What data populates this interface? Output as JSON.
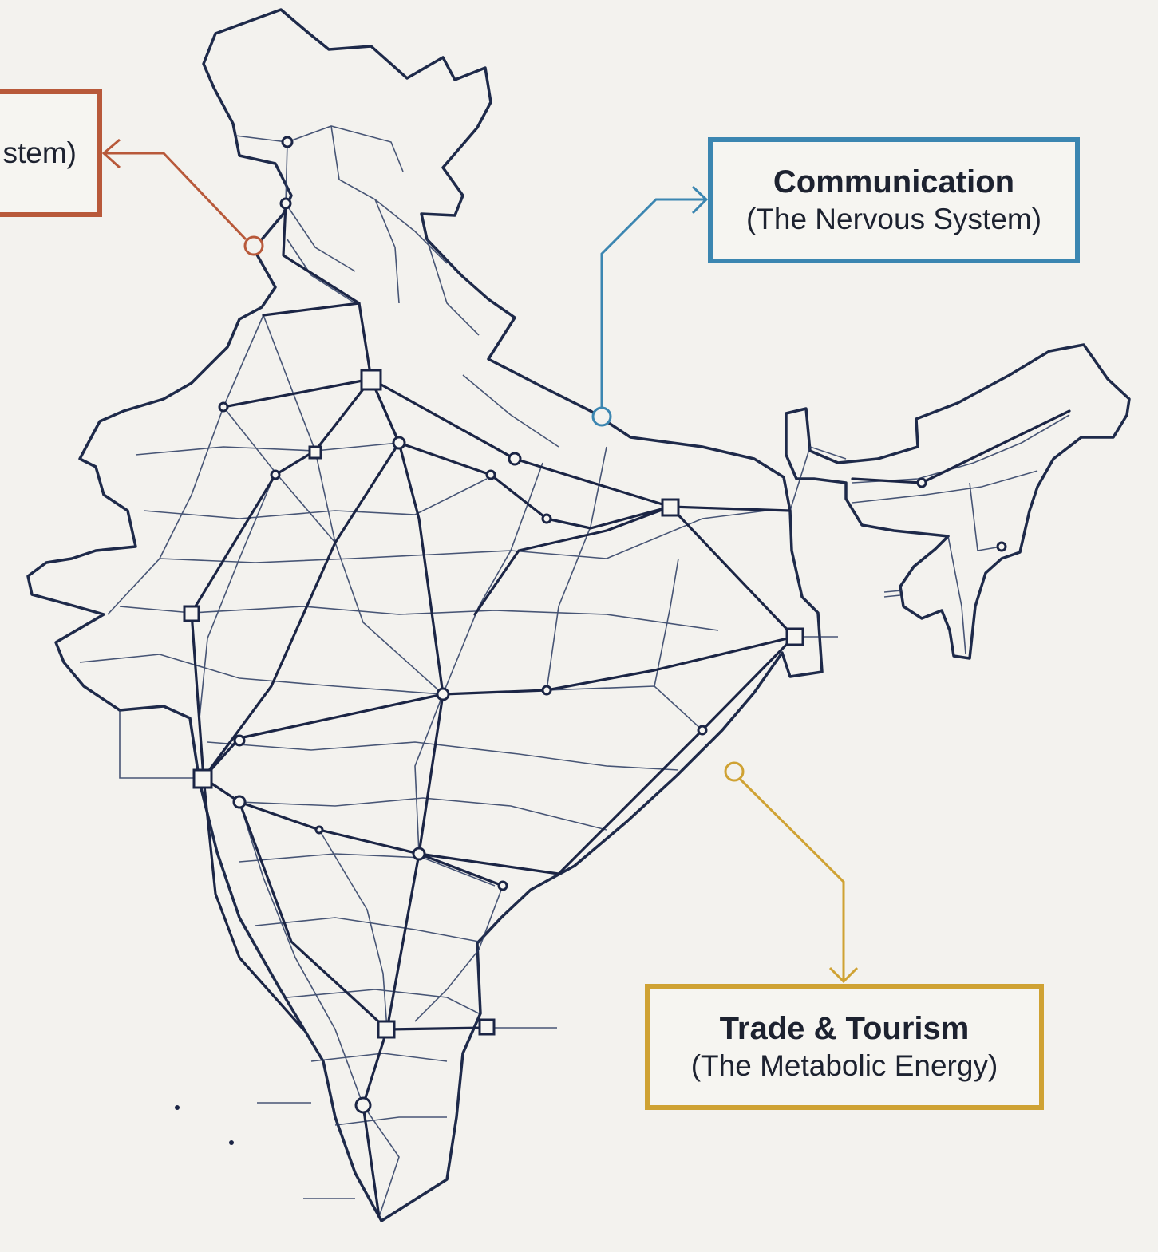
{
  "map": {
    "subject": "India transport and communication network",
    "colors": {
      "network": "#1e2a4a",
      "transport": "#b8593a",
      "communication": "#3b86b1",
      "trade": "#cfa233",
      "background": "#f3f2ee"
    }
  },
  "callouts": {
    "transport": {
      "subtitle": "stem)"
    },
    "communication": {
      "title": "Communication",
      "subtitle": "(The Nervous System)"
    },
    "trade": {
      "title": "Trade & Tourism",
      "subtitle": "(The Metabolic Energy)"
    }
  }
}
